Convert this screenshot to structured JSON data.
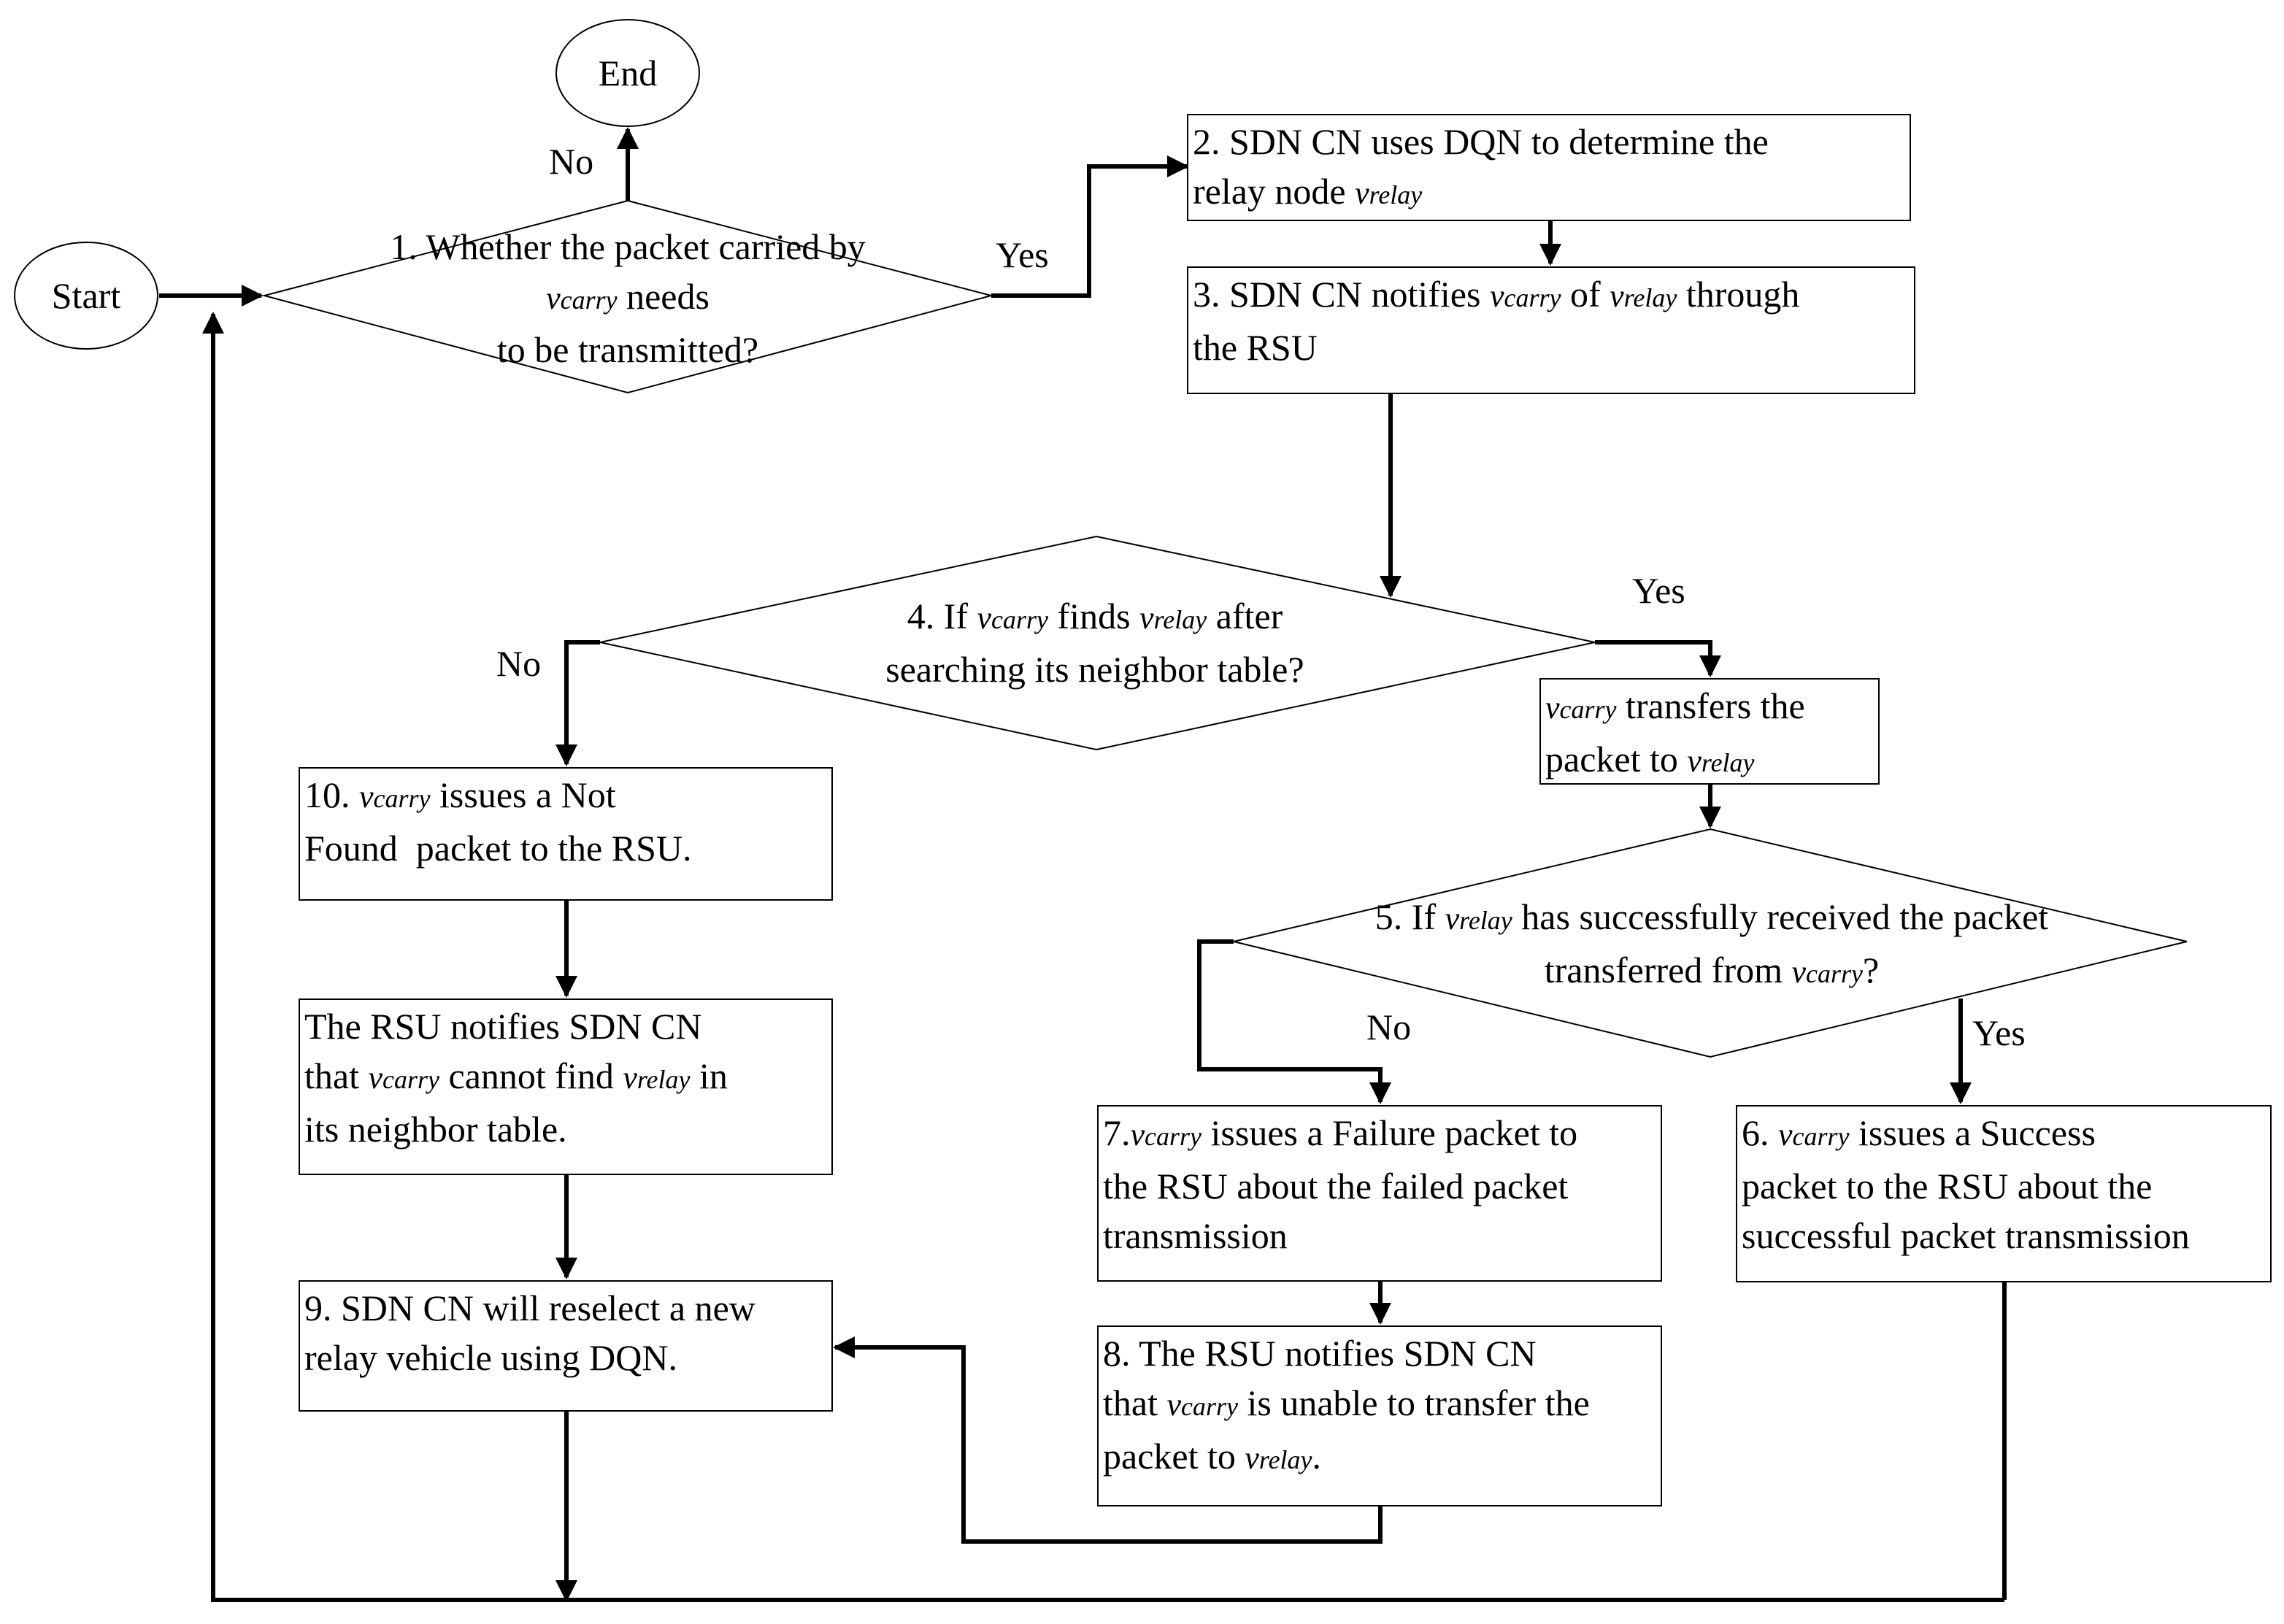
{
  "terminals": {
    "start": "Start",
    "end": "End"
  },
  "decisions": {
    "d1": {
      "line1": "1. Whether the packet carried by",
      "line2_var": "carry",
      "line2_rest": " needs",
      "line3": "to be transmitted?"
    },
    "d4": {
      "line1_a": "4. If ",
      "line1_var1": "carry",
      "line1_b": " finds ",
      "line1_var2": "relay",
      "line1_c": " after",
      "line2": "searching its neighbor table?"
    },
    "d5": {
      "line1_a": "5. If ",
      "line1_var": "relay",
      "line1_b": " has successfully received the packet",
      "line2_a": "transferred from ",
      "line2_var": "carry",
      "line2_b": "?"
    }
  },
  "boxes": {
    "b2": {
      "line1": "2. SDN CN uses DQN to determine the",
      "line2_a": "relay node ",
      "line2_var": "relay"
    },
    "b3": {
      "line1_a": "3. SDN CN notifies ",
      "line1_var1": "carry",
      "line1_b": " of ",
      "line1_var2": "relay",
      "line1_c": " through",
      "line2": "the RSU"
    },
    "bt": {
      "line1_var": "carry",
      "line1_rest": " transfers the",
      "line2_a": "packet to ",
      "line2_var": "relay"
    },
    "b10": {
      "line1_a": "10. ",
      "line1_var": "carry",
      "line1_b": " issues a Not",
      "line2": "Found  packet to the RSU."
    },
    "bn": {
      "line1": "The RSU notifies SDN CN",
      "line2_a": "that ",
      "line2_var1": "carry",
      "line2_b": " cannot find ",
      "line2_var2": "relay",
      "line2_c": " in",
      "line3": "its neighbor table."
    },
    "b9": {
      "line1": "9. SDN CN will reselect a new",
      "line2": "relay vehicle using DQN."
    },
    "b7": {
      "line1_a": "7.",
      "line1_var": "carry",
      "line1_b": " issues a Failure packet to",
      "line2": "the RSU about the failed packet",
      "line3": "transmission"
    },
    "b8": {
      "line1": "8. The RSU notifies SDN CN",
      "line2_a": "that ",
      "line2_var": "carry",
      "line2_b": " is unable to transfer the",
      "line3_a": "packet to ",
      "line3_var": "relay",
      "line3_b": "."
    },
    "b6": {
      "line1_a": "6. ",
      "line1_var": "carry",
      "line1_b": " issues a Success",
      "line2": "packet to the RSU about the",
      "line3": "successful packet transmission"
    }
  },
  "labels": {
    "no1": "No",
    "yes1": "Yes",
    "yes4": "Yes",
    "no4": "No",
    "no5": "No",
    "yes5": "Yes"
  },
  "variable_symbol": "v"
}
